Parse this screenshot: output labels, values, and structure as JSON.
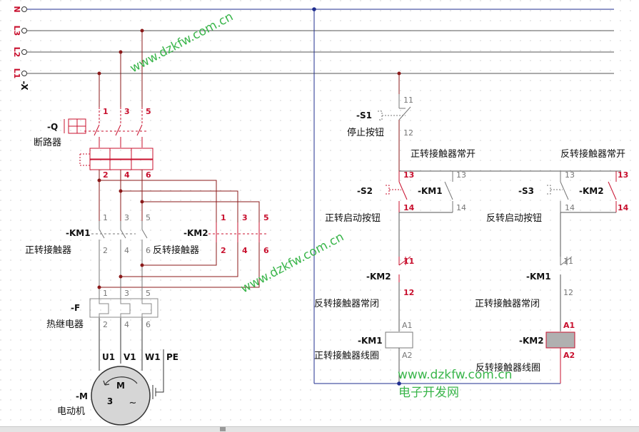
{
  "bus_labels": {
    "n": "N",
    "l3": "L3",
    "l2": "L2",
    "l1": "L1",
    "x": "-X"
  },
  "watermarks": {
    "w1": "www.dzkfw.com.cn",
    "w2": "www.dzkfw.com.cn",
    "w3": "www.dzkfw.com.cn",
    "w3_sub": "电子开发网"
  },
  "breaker": {
    "tag": "-Q",
    "name": "断路器",
    "pins_top": [
      "1",
      "3",
      "5"
    ],
    "pins_bottom": [
      "2",
      "4",
      "6"
    ]
  },
  "km1_main": {
    "tag": "-KM1",
    "name": "正转接触器",
    "pins_top": [
      "1",
      "3",
      "5"
    ],
    "pins_bottom": [
      "2",
      "4",
      "6"
    ]
  },
  "km2_main": {
    "tag": "-KM2",
    "name": "反转接触器",
    "pins_top": [
      "1",
      "3",
      "5"
    ],
    "pins_bottom": [
      "2",
      "4",
      "6"
    ]
  },
  "relay": {
    "tag": "-F",
    "name": "热继电器",
    "pins_top": [
      "1",
      "3",
      "5"
    ],
    "pins_bottom": [
      "2",
      "4",
      "6"
    ]
  },
  "motor": {
    "tag": "-M",
    "name": "电动机",
    "symbol": "M",
    "phase": "3",
    "ac": "~",
    "terminals": [
      "U1",
      "V1",
      "W1",
      "PE"
    ]
  },
  "s1": {
    "tag": "-S1",
    "name": "停止按钮",
    "pin_top": "11",
    "pin_bottom": "12"
  },
  "s2": {
    "tag": "-S2",
    "name": "正转启动按钮",
    "pin_top": "13",
    "pin_bottom": "14"
  },
  "s3": {
    "tag": "-S3",
    "name": "反转启动按钮",
    "pin_top": "13",
    "pin_bottom": "14"
  },
  "km1_aux_no": {
    "tag": "-KM1",
    "pin_top": "13",
    "pin_bottom": "14",
    "caption": "正转接触器常开"
  },
  "km2_aux_no": {
    "tag": "-KM2",
    "pin_top": "13",
    "pin_bottom": "14",
    "caption": "反转接触器常开"
  },
  "km2_aux_nc": {
    "tag": "-KM2",
    "pin_top": "11",
    "pin_bottom": "12",
    "caption": "反转接触器常闭"
  },
  "km1_aux_nc": {
    "tag": "-KM1",
    "pin_top": "11",
    "pin_bottom": "12",
    "caption": "正转接触器常闭"
  },
  "km1_coil": {
    "tag": "-KM1",
    "pin_top": "A1",
    "pin_bottom": "A2",
    "caption": "正转接触器线圈"
  },
  "km2_coil": {
    "tag": "-KM2",
    "pin_top": "A1",
    "pin_bottom": "A2",
    "caption": "反转接触器线圈"
  }
}
